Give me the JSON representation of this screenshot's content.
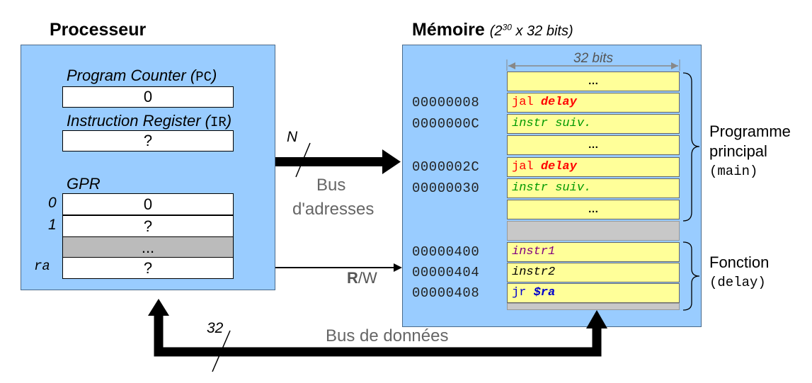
{
  "processor": {
    "title": "Processeur",
    "pc_label": "Program Counter",
    "pc_abbr": "PC",
    "pc_value": "0",
    "ir_label": "Instruction Register",
    "ir_abbr": "IR",
    "ir_value": "?",
    "gpr_label": "GPR",
    "gpr_rows": [
      {
        "index": "0",
        "value": "0"
      },
      {
        "index": "1",
        "value": "?"
      },
      {
        "index": "",
        "value": "..."
      },
      {
        "index": "ra",
        "value": "?"
      }
    ]
  },
  "memory": {
    "title": "Mémoire",
    "size_base": "(2",
    "size_exp": "30",
    "size_rest": " x 32 bits)",
    "width_label": "32 bits",
    "cells": [
      {
        "addr": "",
        "op": "…",
        "arg": "",
        "color": "#000000"
      },
      {
        "addr": "00000008",
        "op": "jal ",
        "arg": "delay",
        "color": "#ff0000"
      },
      {
        "addr": "0000000C",
        "op": "instr suiv.",
        "arg": "",
        "color": "#009900"
      },
      {
        "addr": "",
        "op": "…",
        "arg": "",
        "color": "#000000"
      },
      {
        "addr": "0000002C",
        "op": "jal ",
        "arg": "delay",
        "color": "#ff0000"
      },
      {
        "addr": "00000030",
        "op": "instr suiv.",
        "arg": "",
        "color": "#009900"
      },
      {
        "addr": "",
        "op": "…",
        "arg": "",
        "color": "#000000"
      },
      {
        "addr": "",
        "op": "",
        "arg": "",
        "color": "#000000"
      },
      {
        "addr": "00000400",
        "op": "instr1",
        "arg": "",
        "color": "#800080"
      },
      {
        "addr": "00000404",
        "op": "instr2",
        "arg": "",
        "color": "#000000"
      },
      {
        "addr": "00000408",
        "op": "jr ",
        "arg": "$ra",
        "color": "#0000cc"
      }
    ],
    "main_label_1": "Programme",
    "main_label_2": "principal",
    "main_label_3": "(main)",
    "func_label_1": "Fonction",
    "func_label_2": "(delay)"
  },
  "buses": {
    "addr_width": "N",
    "addr_line1": "Bus",
    "addr_line2": "d'adresses",
    "rw_r": "R",
    "rw_w": "/W",
    "data_width": "32",
    "data_label": "Bus de données"
  },
  "colors": {
    "panel": "#99ccff",
    "cell": "#ffff99",
    "gap": "#c8c8c8",
    "gpr_gap": "#bbbbbb"
  }
}
